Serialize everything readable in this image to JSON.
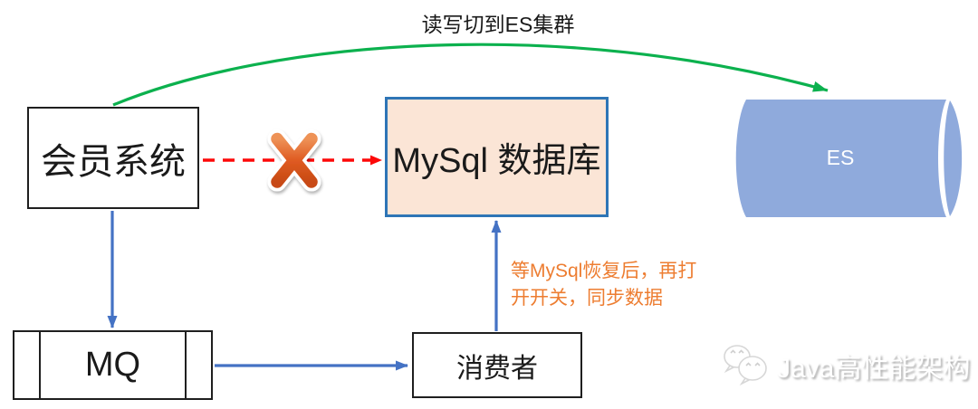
{
  "labels": {
    "green_arrow": "读写切到ES集群",
    "member_system": "会员系统",
    "mysql_db": "MySql 数据库",
    "es": "ES",
    "mq": "MQ",
    "consumer": "消费者",
    "note_line1": "等MySql恢复后，再打",
    "note_line2": "开开关，同步数据",
    "watermark": "Java高性能架构"
  },
  "colors": {
    "green": "#0cb14e",
    "blue": "#4472c4",
    "red": "#fd0808",
    "orange": "#ed7d31",
    "mysql-border": "#2e75b6",
    "mysql-fill": "#fbe5d6",
    "cylinder": "#8faadc",
    "box-border": "#1f1f1f"
  }
}
